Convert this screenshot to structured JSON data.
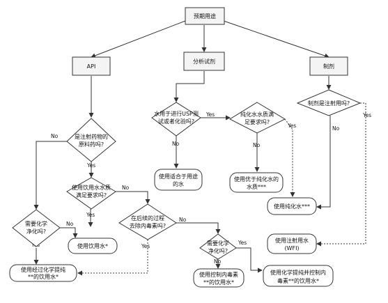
{
  "nodes": {
    "root": "预期用途",
    "api": "API",
    "analytical": "分析试剂",
    "formulation": "制剂",
    "q_api_raw_1": "是注射药物的",
    "q_api_raw_2": "原料药吗?",
    "q_drink_1": "使用饮用水水质",
    "q_drink_2": "满足要求吗?",
    "q_chem_1": "需要化学",
    "q_chem_2": "净化吗?",
    "q_endo_remove_1": "在后续的过程",
    "q_endo_remove_2": "去除内毒素吗?",
    "q_chem2_1": "需要化学",
    "q_chem2_2": "净化吗?",
    "q_usp_1": "水用于进行USP测",
    "q_usp_2": "试或者化验吗?",
    "q_purified_1": "纯化水水质满",
    "q_purified_2": "足要求吗?",
    "q_injection": "制剂是注射用吗?",
    "t_drinking": "使用饮用水*",
    "t_chem_purified_1": "使用经过化学提纯",
    "t_chem_purified_2": "**的饮用水*",
    "t_endo_ctrl_1": "使用控制内毒素",
    "t_endo_ctrl_2": "**的饮用水*",
    "t_chem_endo_1": "使用化学提纯并控制内",
    "t_chem_endo_2": "毒素**的饮用水*",
    "t_suitable_1": "使用适合于用途",
    "t_suitable_2": "的水",
    "t_better_1": "使用优于纯化水的",
    "t_better_2": "水质***",
    "t_purified": "使用纯化水***",
    "t_wfi_1": "使用注射用水",
    "t_wfi_2": "(WFI)"
  },
  "edge_labels": {
    "yes": "Yes",
    "no": "No"
  }
}
